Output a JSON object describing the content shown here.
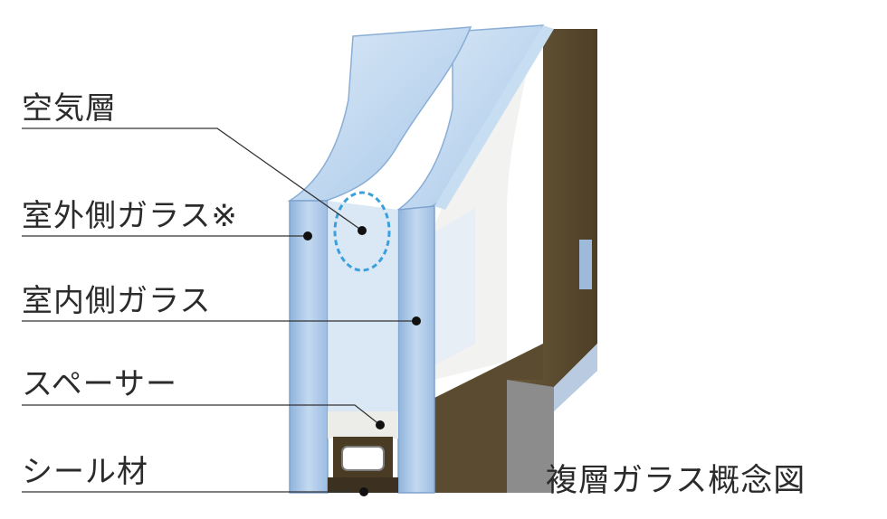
{
  "labels": {
    "air_layer": "空気層",
    "outer_glass": "室外側ガラス※",
    "inner_glass": "室内側ガラス",
    "spacer": "スペーサー",
    "seal": "シール材"
  },
  "caption": "複層ガラス概念図",
  "colors": {
    "glass_front": "#a9c6e6",
    "glass_light": "#cfe1f3",
    "frame_dark": "#5a4a2e",
    "frame_mid": "#7a6a4c",
    "leader_line": "#333333",
    "air_marker": "#3aa0dc"
  }
}
